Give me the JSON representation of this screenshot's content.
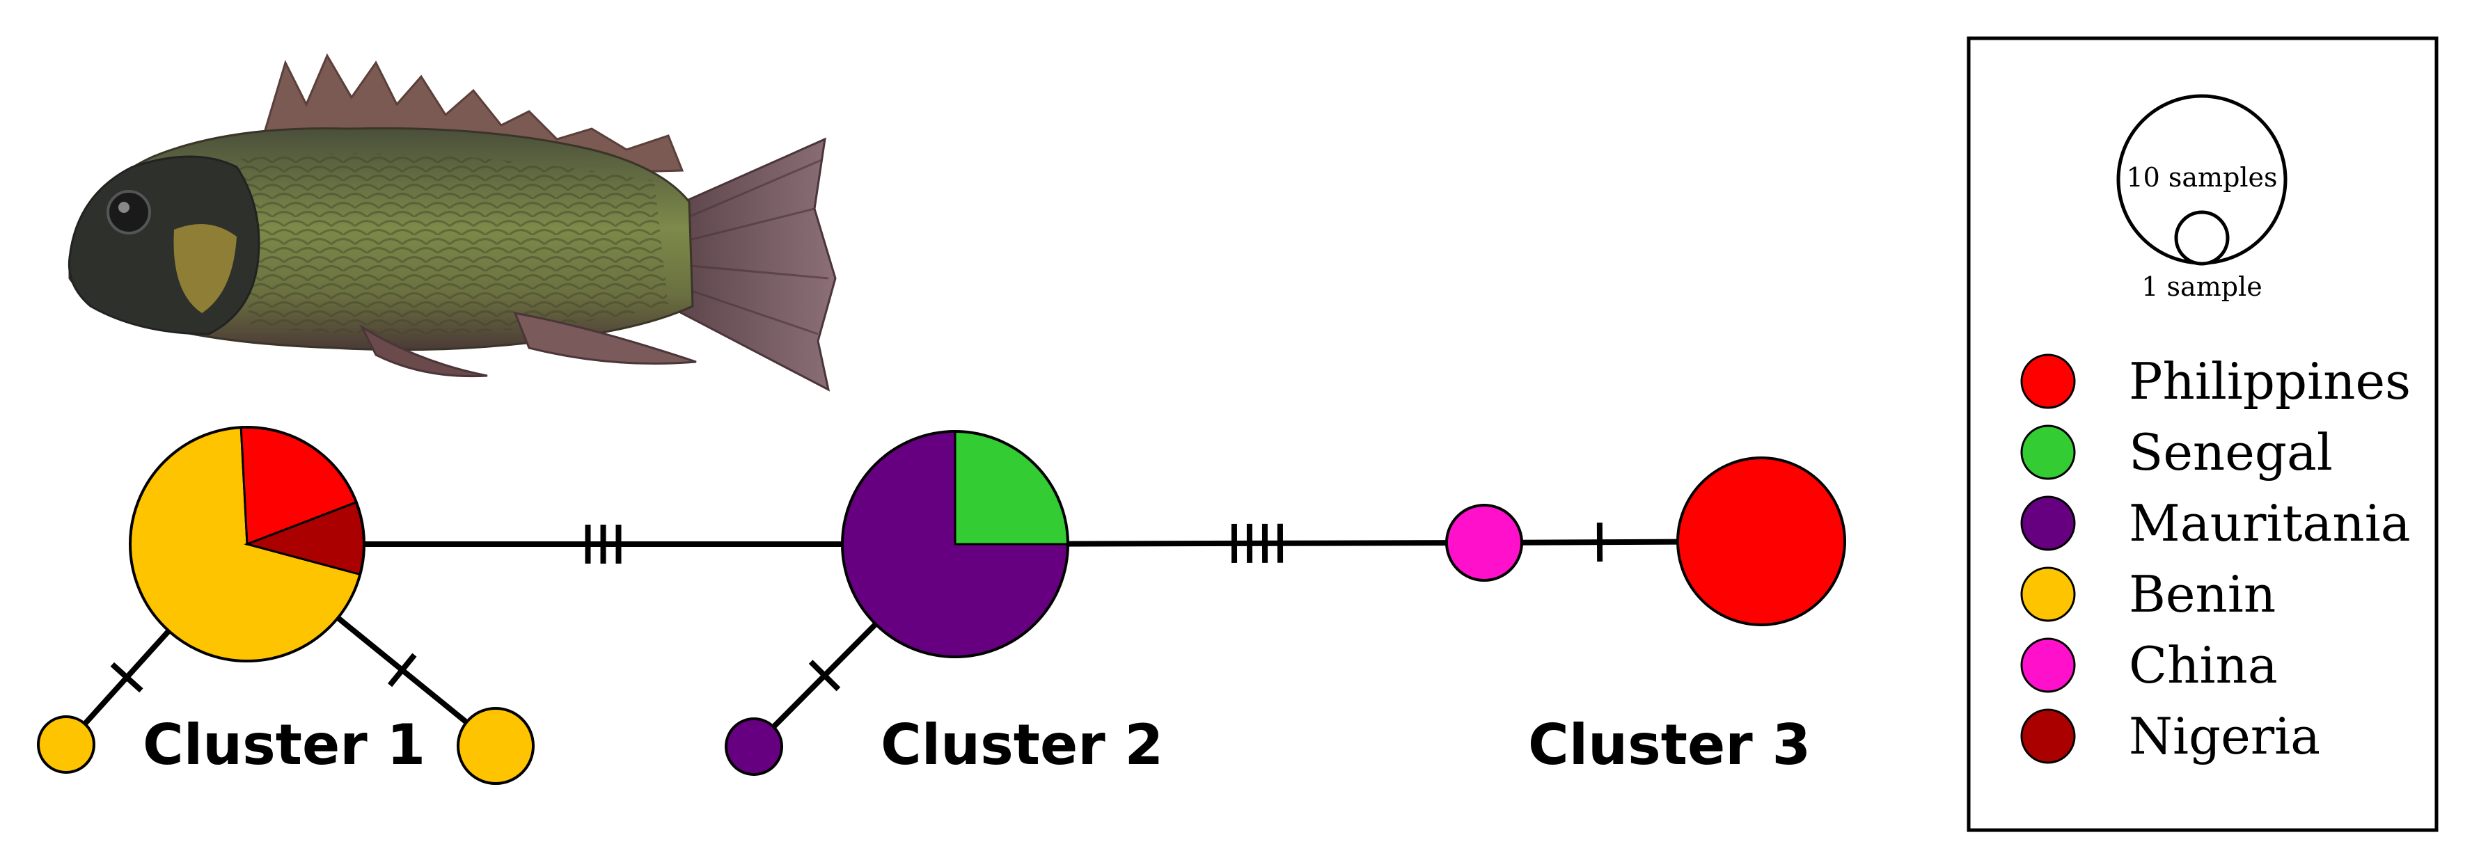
{
  "colors": {
    "Philippines": "#ff0000",
    "Senegal": "#33cc33",
    "Mauritania": "#660080",
    "Benin": "#ffc400",
    "China": "#ff11cc",
    "Nigeria": "#aa0000"
  },
  "clusters": [
    {
      "label": "Cluster 1"
    },
    {
      "label": "Cluster 2"
    },
    {
      "label": "Cluster 3"
    }
  ],
  "legend": {
    "size_large": "10 samples",
    "size_small": "1 sample",
    "items": [
      {
        "label": "Philippines",
        "color": "#ff0000"
      },
      {
        "label": "Senegal",
        "color": "#33cc33"
      },
      {
        "label": "Mauritania",
        "color": "#660080"
      },
      {
        "label": "Benin",
        "color": "#ffc400"
      },
      {
        "label": "China",
        "color": "#ff11cc"
      },
      {
        "label": "Nigeria",
        "color": "#aa0000"
      }
    ]
  },
  "haplotypes": [
    {
      "id": "h1",
      "samples": 10,
      "slices": [
        {
          "population": "Benin",
          "count": 7
        },
        {
          "population": "Philippines",
          "count": 2
        },
        {
          "population": "Nigeria",
          "count": 1
        }
      ]
    },
    {
      "id": "h2",
      "samples": 1,
      "slices": [
        {
          "population": "Benin",
          "count": 1
        }
      ]
    },
    {
      "id": "h3",
      "samples": 1,
      "slices": [
        {
          "population": "Benin",
          "count": 1
        }
      ]
    },
    {
      "id": "h4",
      "samples": 8,
      "slices": [
        {
          "population": "Senegal",
          "count": 2
        },
        {
          "population": "Mauritania",
          "count": 6
        }
      ]
    },
    {
      "id": "h5",
      "samples": 1,
      "slices": [
        {
          "population": "Mauritania",
          "count": 1
        }
      ]
    },
    {
      "id": "h6",
      "samples": 1,
      "slices": [
        {
          "population": "China",
          "count": 1
        }
      ]
    },
    {
      "id": "h7",
      "samples": 5,
      "slices": [
        {
          "population": "Philippines",
          "count": 5
        }
      ]
    }
  ],
  "edges": [
    {
      "from": "h1",
      "to": "h4",
      "mutations": 3
    },
    {
      "from": "h4",
      "to": "h6",
      "mutations": 4
    },
    {
      "from": "h6",
      "to": "h7",
      "mutations": 1
    },
    {
      "from": "h1",
      "to": "h2",
      "mutations": 1
    },
    {
      "from": "h1",
      "to": "h3",
      "mutations": 1
    },
    {
      "from": "h4",
      "to": "h5",
      "mutations": 1
    }
  ]
}
